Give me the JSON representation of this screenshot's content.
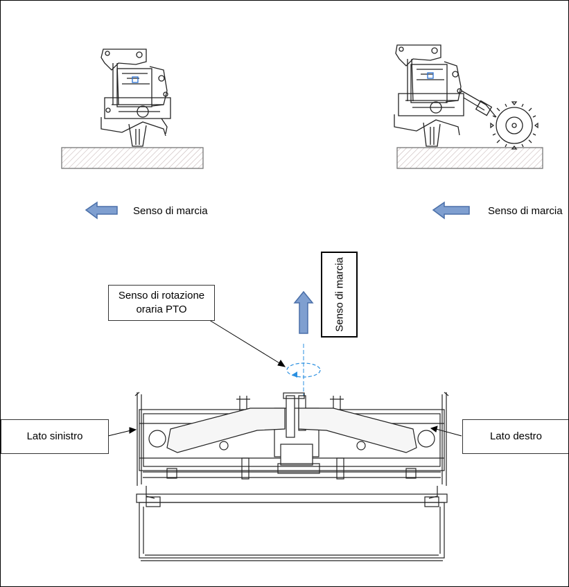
{
  "labels": {
    "left_direction": "Senso di marcia",
    "right_direction": "Senso di marcia",
    "center_direction": "Senso di marcia",
    "pto_rotation_line1": "Senso di rotazione",
    "pto_rotation_line2": "oraria PTO",
    "left_side": "Lato sinistro",
    "right_side": "Lato destro"
  },
  "colors": {
    "arrow_fill": "#7f9fd0",
    "arrow_stroke": "#4a6fa8",
    "pto_blue": "#2a8fe0",
    "ground_hatch": "#b9a9a9",
    "line": "#222222"
  },
  "icons": [
    "arrow-left-icon",
    "arrow-up-icon",
    "rotation-icon"
  ]
}
